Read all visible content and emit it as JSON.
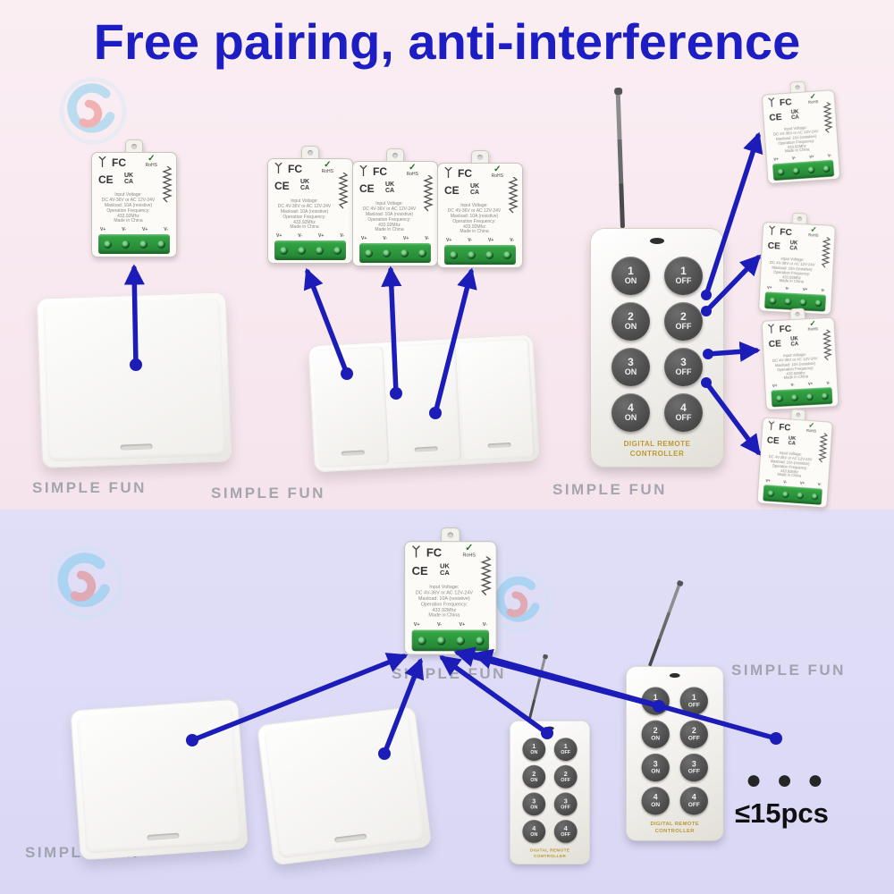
{
  "title": "Free pairing, anti-interference",
  "watermark": {
    "brand": "SIMPLE FUN"
  },
  "module": {
    "fcc": "FC",
    "rohs": "RoHS",
    "check": "✓",
    "ce": "CE",
    "uk": "UK",
    "ca": "CA",
    "specs": [
      "Input Voltage:",
      "DC 4V-36V or AC 12V-24V",
      "Maxload: 10A (resistive)",
      "Operation Frequency: 433.92Mhz",
      "Made in China"
    ],
    "terminals": [
      "V+",
      "V-",
      "V+",
      "V-"
    ]
  },
  "remote": {
    "buttons": [
      {
        "num": "1",
        "action": "ON"
      },
      {
        "num": "1",
        "action": "OFF"
      },
      {
        "num": "2",
        "action": "ON"
      },
      {
        "num": "2",
        "action": "OFF"
      },
      {
        "num": "3",
        "action": "ON"
      },
      {
        "num": "3",
        "action": "OFF"
      },
      {
        "num": "4",
        "action": "ON"
      },
      {
        "num": "4",
        "action": "OFF"
      }
    ],
    "label_line1": "DIGITAL REMOTE",
    "label_line2": "CONTROLLER"
  },
  "capacity": {
    "dots": "● ● ●",
    "text": "≤15pcs"
  },
  "colors": {
    "accent_blue": "#1d1dc4",
    "arrow": "#1c1cb8",
    "background_top": "#f8e8ee",
    "background_bottom": "#dddcf6",
    "terminal_green": "#2f9e3f",
    "remote_label_gold": "#bb9a33"
  }
}
